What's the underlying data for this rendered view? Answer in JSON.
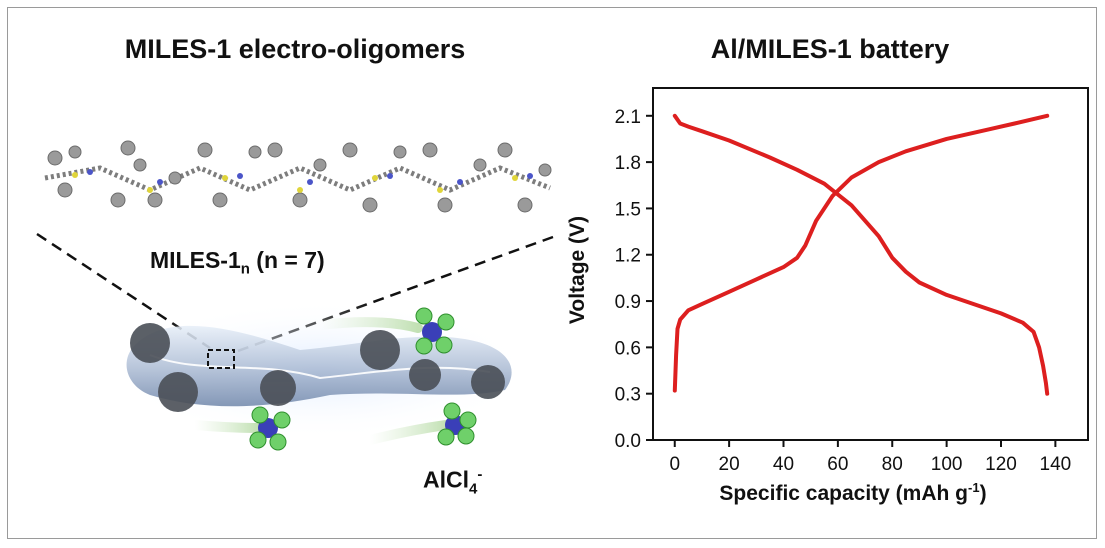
{
  "left_panel": {
    "title": "MILES-1 electro-oligomers",
    "oligomer_label_main": "MILES-1",
    "oligomer_label_sub": "n",
    "oligomer_label_rest": " (n = 7)",
    "ion_label_main": "AlCl",
    "ion_label_sub": "4",
    "ion_label_sup": "-"
  },
  "chart_data": {
    "type": "line",
    "title": "Al/MILES-1 battery",
    "xlabel_main": "Specific capacity (mAh g",
    "xlabel_sup": "-1",
    "xlabel_end": ")",
    "ylabel": "Voltage (V)",
    "xlim": [
      -8,
      152
    ],
    "ylim": [
      0.0,
      2.28
    ],
    "x_ticks": [
      0,
      20,
      40,
      60,
      80,
      100,
      120,
      140
    ],
    "y_ticks": [
      0.0,
      0.3,
      0.6,
      0.9,
      1.2,
      1.5,
      1.8,
      2.1
    ],
    "line_color": "#dd1f1f",
    "series": [
      {
        "x": [
          0,
          0.5,
          1,
          2,
          5,
          10,
          20,
          30,
          40,
          45,
          48,
          52,
          58,
          65,
          75,
          85,
          100,
          115,
          125,
          137
        ],
        "y": [
          0.32,
          0.55,
          0.72,
          0.78,
          0.84,
          0.88,
          0.96,
          1.04,
          1.12,
          1.18,
          1.26,
          1.42,
          1.58,
          1.7,
          1.8,
          1.87,
          1.95,
          2.01,
          2.05,
          2.1
        ]
      },
      {
        "x": [
          0,
          2,
          5,
          10,
          20,
          35,
          45,
          55,
          65,
          75,
          80,
          85,
          90,
          100,
          110,
          120,
          128,
          132,
          134,
          135.5,
          136.5,
          137
        ],
        "y": [
          2.1,
          2.05,
          2.03,
          2.0,
          1.94,
          1.83,
          1.75,
          1.66,
          1.52,
          1.32,
          1.18,
          1.09,
          1.02,
          0.94,
          0.88,
          0.82,
          0.76,
          0.7,
          0.6,
          0.48,
          0.37,
          0.3
        ]
      }
    ]
  }
}
